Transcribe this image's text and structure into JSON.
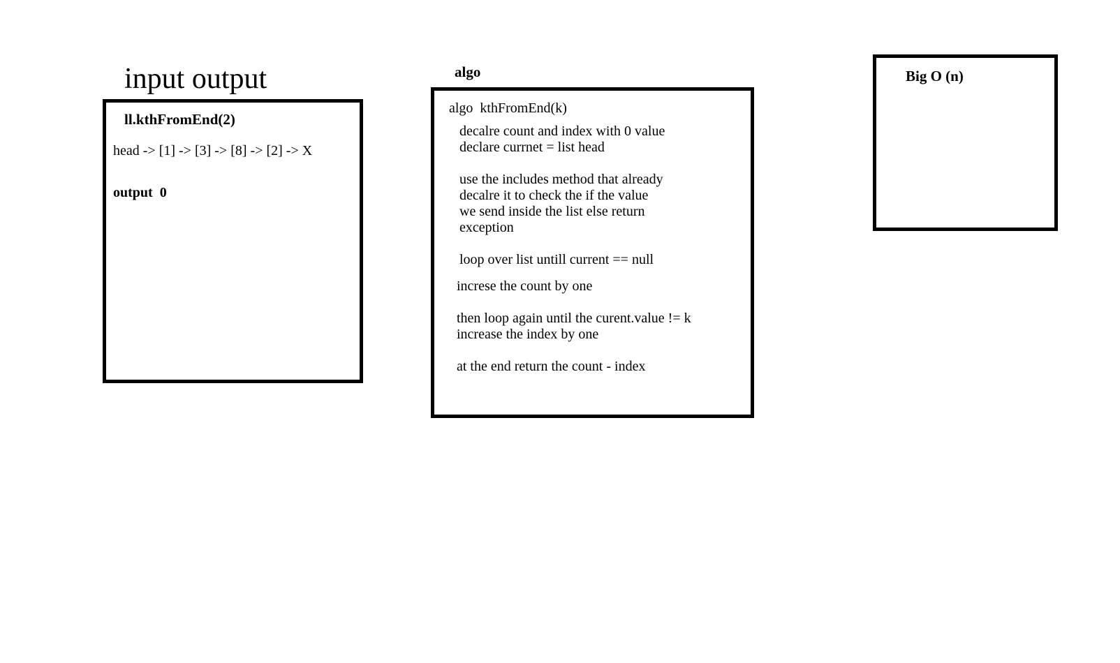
{
  "io_panel": {
    "title": "input output",
    "call": "ll.kthFromEnd(2)",
    "list": "head -> [1] -> [3] -> [8] -> [2] -> X",
    "output": "output  0"
  },
  "algo_panel": {
    "title": "algo",
    "signature": "algo  kthFromEnd(k)",
    "lines": [
      "decalre count and index with 0 value",
      "declare currnet = list head",
      "use the includes method that already",
      "decalre it to check the if the value",
      "we send inside the list else return",
      "exception",
      "loop over list untill current == null",
      "increse the count by one",
      "then loop again until the curent.value != k",
      "increase the index by one",
      "at the end return the count - index"
    ]
  },
  "bigo_panel": {
    "title": "Big O (n)"
  }
}
